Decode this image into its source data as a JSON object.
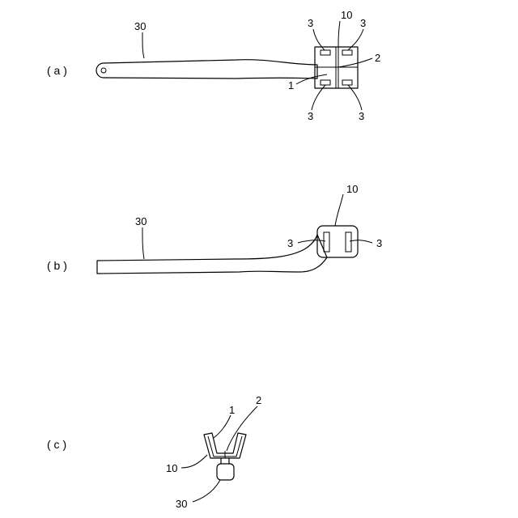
{
  "figure": {
    "panel_a": {
      "label": "( a )",
      "ref_handle": "30",
      "ref_plate": "10",
      "ref_groove": "2",
      "ref_base": "1",
      "ref_hook": "3"
    },
    "panel_b": {
      "label": "( b )",
      "ref_handle": "30",
      "ref_plate": "10",
      "ref_hook": "3"
    },
    "panel_c": {
      "label": "( c )",
      "ref_base": "1",
      "ref_groove": "2",
      "ref_plate": "10",
      "ref_handle": "30"
    }
  }
}
